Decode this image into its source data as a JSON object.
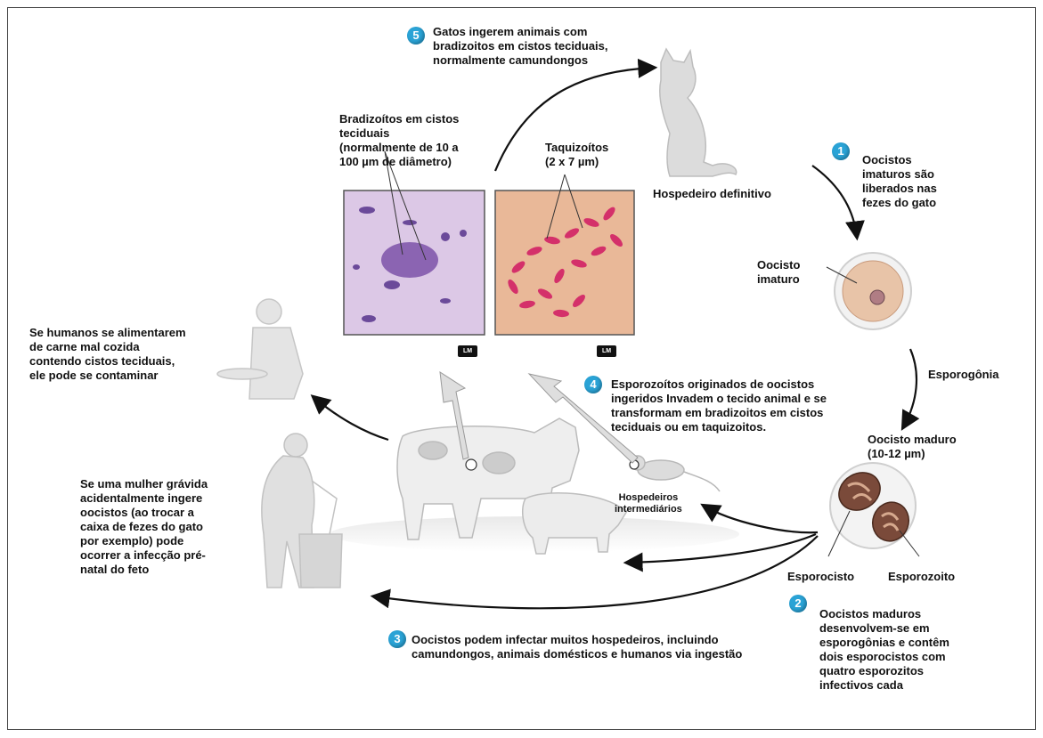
{
  "steps": {
    "s1": {
      "num": "1",
      "lines": [
        "Oocistos",
        "imaturos são",
        "liberados nas",
        "fezes do gato"
      ]
    },
    "s2": {
      "num": "2",
      "lines": [
        "Oocistos maduros",
        "desenvolvem-se em",
        "esporogônias e contêm",
        "dois esporocistos com",
        "quatro esporozitos"
      ],
      "bold_line": "infectivos cada"
    },
    "s3": {
      "num": "3",
      "lines": [
        "Oocistos podem infectar muitos hospedeiros, incluindo",
        "camundongos, animais domésticos e humanos via ingestão"
      ]
    },
    "s4": {
      "num": "4",
      "lines": [
        "Esporozoítos originados de oocistos",
        "ingeridos Invadem o tecido animal e se",
        "transformam em bradizoitos em cistos",
        "teciduais ou em taquizoitos."
      ]
    },
    "s5": {
      "num": "5",
      "lines": [
        "Gatos ingerem animais com",
        "bradizoitos em cistos teciduais,",
        "normalmente camundongos"
      ]
    }
  },
  "labels": {
    "bradizoitos": [
      "Bradizoítos em cistos",
      "teciduais",
      "(normalmente de 10 a",
      "100 µm de diâmetro)"
    ],
    "taquizoitos": [
      "Taquizoítos",
      "(2 x 7 µm)"
    ],
    "hospedeiro_definitivo": "Hospedeiro definitivo",
    "oocisto_imaturo": [
      "Oocisto",
      "imaturo"
    ],
    "esporogonia": "Esporogônia",
    "oocisto_maduro": [
      "Oocisto maduro",
      "(10-12 µm)"
    ],
    "esporocisto": "Esporocisto",
    "esporozoito": "Esporozoito",
    "hospedeiros_intermediarios": [
      "Hospedeiros",
      "intermediários"
    ],
    "lm": "LM"
  },
  "humans": {
    "carne_lines": [
      "Se humanos se alimentarem",
      "de carne mal cozida",
      "contendo cistos teciduais,",
      "ele pode se contaminar"
    ],
    "gravida_lines": [
      "Se uma mulher grávida",
      "acidentalmente ingere",
      "oocistos (ao trocar a",
      "caixa de fezes do gato",
      "por exemplo) pode",
      "ocorrer a infecção pré-",
      "natal do feto"
    ]
  },
  "colors": {
    "badge": "#2aa3d6",
    "micro_left": "#dcc8e6",
    "micro_right": "#e9b898",
    "cell_pink": "#d4306a",
    "oocyst": "#e8c4a8"
  }
}
